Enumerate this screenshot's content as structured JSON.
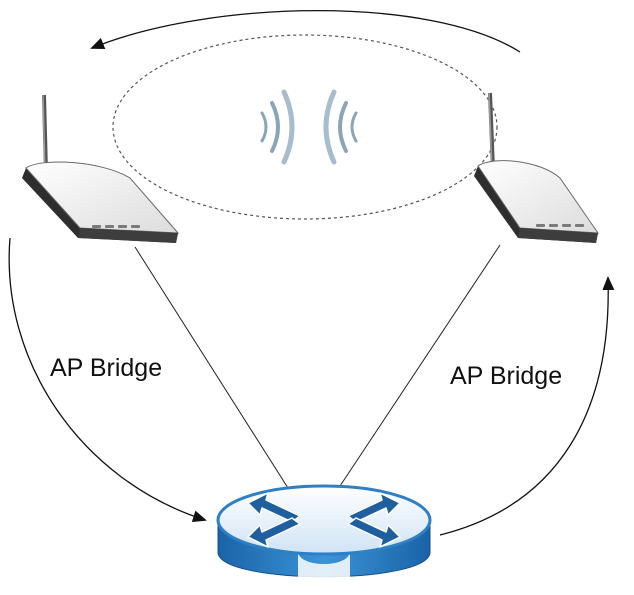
{
  "diagram": {
    "left_link_label": "AP Bridge",
    "right_link_label": "AP Bridge"
  },
  "devices": {
    "left_access_point": "access-point",
    "right_access_point": "access-point",
    "center_switch": "switch"
  },
  "colors": {
    "switch_body": "#2f7fc4",
    "switch_top": "#e7f1fa",
    "switch_arrows": "#1f5f9e",
    "ap_body": "#f4f4f4",
    "ap_edge": "#3b3b3b",
    "wave": "#8ca4b8",
    "line": "#222222"
  }
}
